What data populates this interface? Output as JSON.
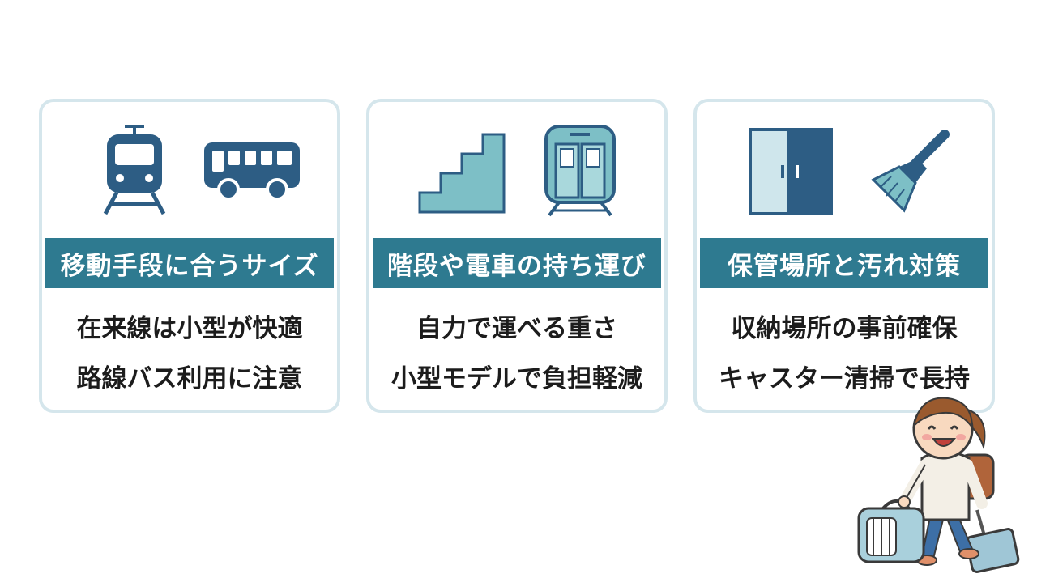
{
  "cards": [
    {
      "title": "移動手段に合うサイズ",
      "lines": [
        "在来線は小型が快適",
        "路線バス利用に注意"
      ],
      "icons": [
        "train-icon",
        "bus-icon"
      ]
    },
    {
      "title": "階段や電車の持ち運び",
      "lines": [
        "自力で運べる重さ",
        "小型モデルで負担軽減"
      ],
      "icons": [
        "stairs-icon",
        "train-front-icon"
      ]
    },
    {
      "title": "保管場所と汚れ対策",
      "lines": [
        "収納場所の事前確保",
        "キャスター清掃で長持"
      ],
      "icons": [
        "closet-icon",
        "brush-icon"
      ]
    }
  ],
  "colors": {
    "accent": "#2e7a90",
    "icon_dark": "#2d5d84",
    "icon_light": "#7dbfc6",
    "card_border": "#d5e6ec"
  },
  "illustration": "girl-with-pet-carrier-and-suitcase-icon"
}
